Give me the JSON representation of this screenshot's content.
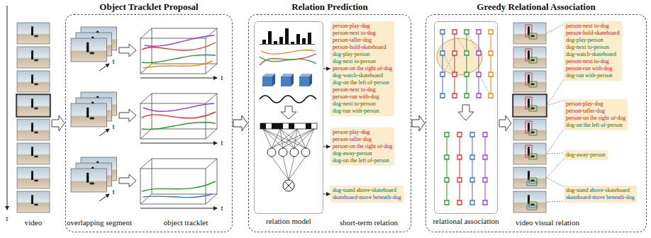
{
  "diagram": {
    "nodes": [
      {
        "text": [
          "Object Tracklet Proposal"
        ]
      },
      {
        "text": [
          "Relation Prediction"
        ]
      },
      {
        "text": [
          "Greedy Relational Association"
        ]
      },
      {
        "text": [
          "relation model"
        ],
        "in": 1
      },
      {
        "text": [
          "person-play-dog",
          "person-next to-dog",
          "person-taller-dog",
          "person-hold-skateboard",
          "dog-play-person",
          "dog-next to-person",
          "person-on the right of-dog",
          "dog-watch-skateboard",
          "dog-on the left of-person",
          "person-next to-dog",
          "person-run with-dog",
          "dog-next to-person",
          "dog-run with-person"
        ],
        "in": 1
      },
      {
        "text": [
          "person-play-dog",
          "person-taller-dog",
          "person-on the right of-dog",
          "dog-away-person",
          "dog-on the left of-person"
        ],
        "in": 1
      },
      {
        "text": [
          "dog-stand above-skateboard",
          "skateboard-move beneath-dog"
        ],
        "in": 1
      },
      {
        "text": [
          "relational association"
        ],
        "in": 2
      },
      {
        "text": [
          "person-next to-dog",
          "person-hold-skateboard",
          "dog-play-person",
          "dog-next to-person",
          "dog-watch-skateboard",
          "person-next to-dog",
          "person-run with-dog",
          "dog-run with-person"
        ],
        "in": 2
      },
      {
        "text": [
          "person-play-dog",
          "person-taller-dog",
          "person-on the right of-dog",
          "dog-on the left of-person"
        ],
        "in": 2
      },
      {
        "text": [
          "dog-away-person"
        ],
        "in": 2
      },
      {
        "text": [
          "dog-stand above-skateboard",
          "skateboard-move beneath-dog"
        ],
        "in": 2
      }
    ],
    "edges": [
      {
        "from": 0,
        "to": 1,
        "arrow": "to"
      },
      {
        "from": 1,
        "to": 2,
        "arrow": "to"
      },
      {
        "from": 3,
        "to": 4,
        "arrow": "to"
      },
      {
        "from": 3,
        "to": 5,
        "arrow": "to"
      },
      {
        "from": 3,
        "to": 6,
        "arrow": "to"
      }
    ],
    "labels": [
      "t",
      "video",
      "t",
      "t",
      "t",
      "t",
      "t",
      "t",
      "overlapping segment",
      "object tracklet",
      "short-term relation",
      "video visual relation"
    ]
  }
}
